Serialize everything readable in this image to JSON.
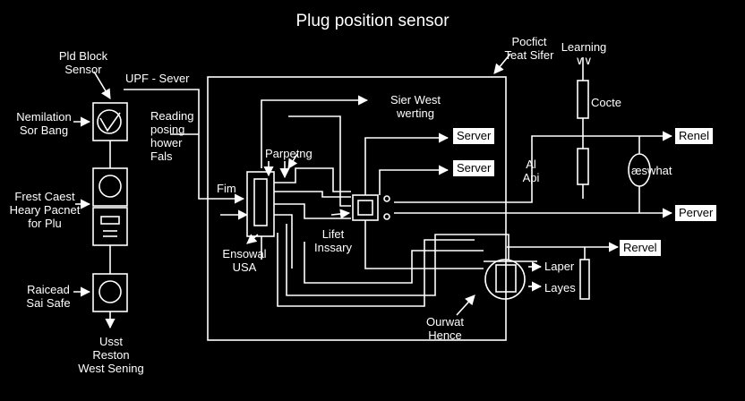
{
  "title": "Plug position sensor",
  "labels": {
    "pld_block": [
      "Pld Block",
      "Sensor"
    ],
    "upf_server": "UPF - Sever",
    "nemilation": [
      "Nemilation",
      "Sor Bang"
    ],
    "reading": [
      "Reading",
      "posing",
      "hower",
      "Fals"
    ],
    "frest_caest": [
      "Frest Caest",
      "Heary Pacnet",
      "for Plu"
    ],
    "raicead": [
      "Raicead",
      "Sai Safe"
    ],
    "usst": [
      "Usst",
      "Reston",
      "West Sening"
    ],
    "parpetng": "Parpetng",
    "fim": "Fim",
    "ensowal": [
      "Ensowal",
      "USA"
    ],
    "lifet": [
      "Lifet",
      "Inssary"
    ],
    "sier_west": [
      "Sier West",
      "werting"
    ],
    "pocfict": [
      "Pocfict",
      "Teat Sifer"
    ],
    "learning": [
      "Learning",
      "∨∨"
    ],
    "cocte": "Cocte",
    "ai_api": [
      "Al",
      "Api"
    ],
    "eswhat": "æswhat",
    "laper": "Laper",
    "layes": "Layes",
    "ourwat": [
      "Ourwat",
      "Hence"
    ]
  },
  "boxes": {
    "server_1": "Server",
    "server_2": "Server",
    "renel": "Renel",
    "perver": "Perver",
    "rervel": "Rervel"
  }
}
